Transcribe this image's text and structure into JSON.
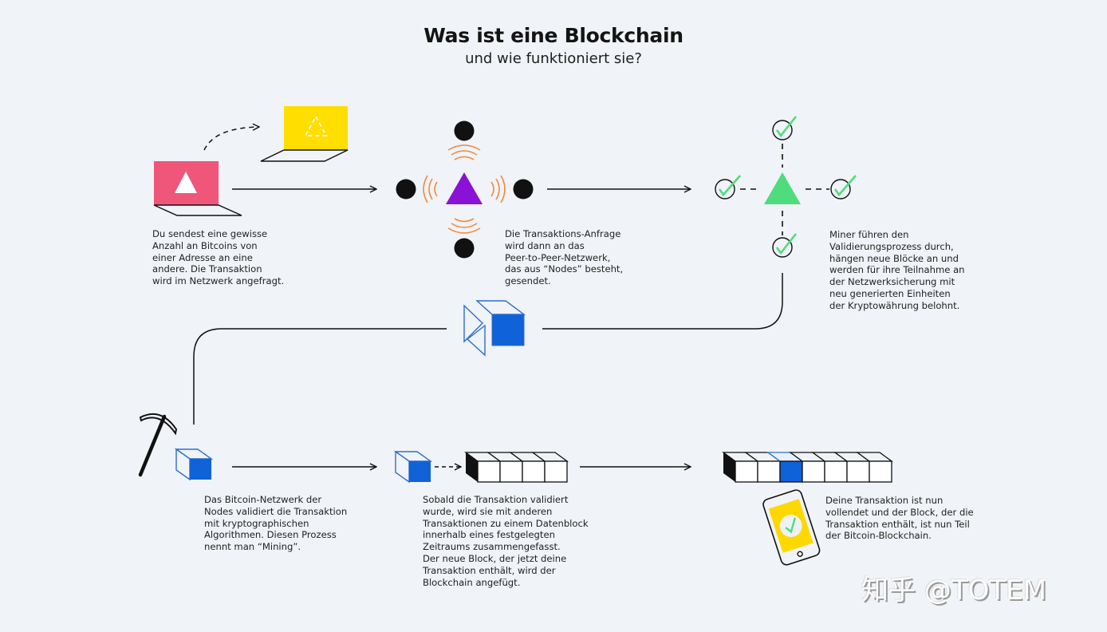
{
  "header": {
    "title": "Was ist eine Blockchain",
    "subtitle": "und wie funktioniert sie?"
  },
  "colors": {
    "background": "#f0f3f7",
    "sender_laptop": "#f0557a",
    "receiver_laptop": "#ffde00",
    "broadcast_triangle": "#8a12d6",
    "signal_waves": "#f08a3c",
    "validated_triangle": "#4fdc7c",
    "check_mark": "#4fdc7c",
    "block_blue": "#0f62d8",
    "block_outline": "#2f6fc9",
    "phone_screen": "#ffd800"
  },
  "steps": [
    {
      "id": "send",
      "icon": "laptop-send-icon",
      "text": "Du sendest eine gewisse\nAnzahl an Bitcoins von\neiner Adresse an eine\nandere. Die Transaktion\nwird im Netzwerk angefragt."
    },
    {
      "id": "broadcast",
      "icon": "p2p-network-icon",
      "text": "Die Transaktions-Anfrage\nwird dann an das\nPeer-to-Peer-Netzwerk,\ndas aus “Nodes” besteht,\ngesendet."
    },
    {
      "id": "miners",
      "icon": "validation-network-icon",
      "text": "Miner führen den\nValidierungsprozess durch,\nhängen neue Blöcke an und\nwerden für ihre Teilnahme an\nder Netzwerksicherung mit\nneu generierten Einheiten\nder Kryptowährung belohnt."
    },
    {
      "id": "mining",
      "icon": "pickaxe-block-icon",
      "text": "Das Bitcoin-Netzwerk der\nNodes validiert die Transaktion\nmit kryptographischen\nAlgorithmen. Diesen Prozess\nnennt man “Mining”."
    },
    {
      "id": "block",
      "icon": "block-chain-append-icon",
      "text": "Sobald die Transaktion validiert\nwurde, wird sie mit anderen\nTransaktionen zu einem Datenblock\ninnerhalb eines festgelegten\nZeitraums zusammengefasst.\nDer neue Block, der jetzt deine\nTransaktion enthält, wird der\nBlockchain angefügt."
    },
    {
      "id": "complete",
      "icon": "phone-check-icon",
      "text": "Deine Transaktion ist nun\nvollendet und der Block, der die\nTransaktion enthält, ist nun Teil\nder Bitcoin-Blockchain."
    }
  ],
  "chain_small": {
    "block_count": 4,
    "highlighted_index": -1
  },
  "chain_full": {
    "block_count": 7,
    "highlighted_index": 2
  },
  "watermark": "知乎 @TOTEM"
}
